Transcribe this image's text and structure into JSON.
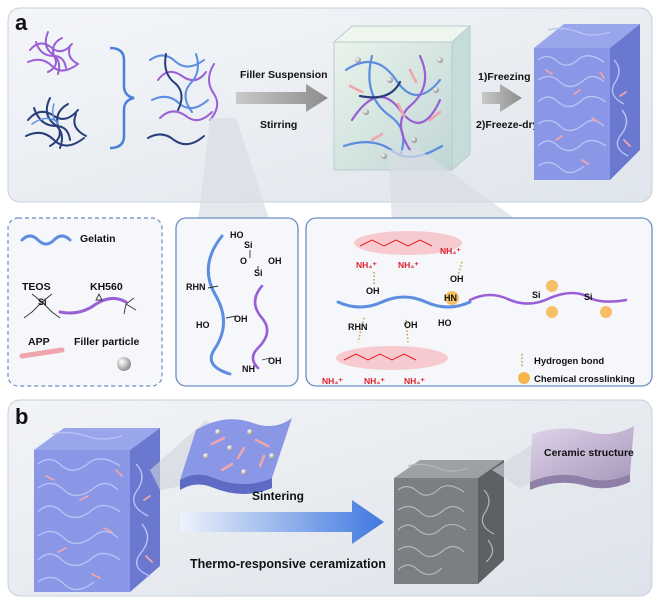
{
  "panel_a": {
    "letter": "a",
    "step1_top": "Filler Suspension",
    "step1_bottom": "Stirring",
    "step2_top": "1)Freezing",
    "step2_bottom": "2)Freeze-drying"
  },
  "legend": {
    "gelatin": "Gelatin",
    "teos": "TEOS",
    "kh560": "KH560",
    "app": "APP",
    "filler": "Filler particle"
  },
  "chem_mid": {
    "rhn": "RHN",
    "ho1": "HO",
    "oh1": "OH",
    "oh2": "OH",
    "nh": "NH",
    "ho2": "HO",
    "oh3": "OH",
    "si1": "Si",
    "si2": "Si",
    "o": "O"
  },
  "chem_right": {
    "nh4_1": "NH₄⁺",
    "nh4_2": "NH₄⁺",
    "nh4_3": "NH₄⁺",
    "nh4_4": "NH₄⁺",
    "nh4_5": "NH₄⁺",
    "nh4_6": "NH₄⁺",
    "oh_a": "OH",
    "oh_b": "OH",
    "oh_c": "OH",
    "rhn": "RHN",
    "ho": "HO",
    "hn": "HN",
    "si1": "Si",
    "si2": "Si",
    "hydrogen_bond": "Hydrogen bond",
    "chemical_crosslinking": "Chemical crosslinking"
  },
  "panel_b": {
    "letter": "b",
    "sintering": "Sintering",
    "ceramic_structure": "Ceramic structure",
    "arrow_label": "Thermo-responsive ceramization"
  },
  "colors": {
    "gelatin_blue": "#5b8de0",
    "purple": "#9a5fd6",
    "pink": "#f0a5ad",
    "ammonium_red": "#e0202a",
    "foam_blue": "#8a96e6",
    "ceramic_gray": "#7c7f82",
    "ceramic_sheet": "#c8b8d6"
  }
}
